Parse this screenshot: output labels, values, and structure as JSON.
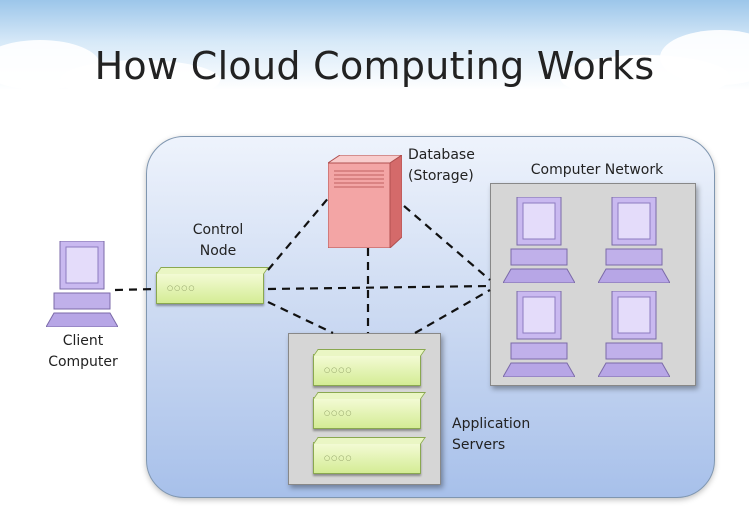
{
  "title": "How Cloud Computing Works",
  "labels": {
    "database": [
      "Database",
      "(Storage)"
    ],
    "computer_network": "Computer Network",
    "control_node": [
      "Control",
      "Node"
    ],
    "client_computer": [
      "Client",
      "Computer"
    ],
    "application_servers": [
      "Application",
      "Servers"
    ]
  },
  "colors": {
    "cloud_panel": "#b7cdf0",
    "server": "#d4ec95",
    "database": "#f2a0a0",
    "computer": "#c6b6ee",
    "group_box": "#d6d6d6"
  }
}
